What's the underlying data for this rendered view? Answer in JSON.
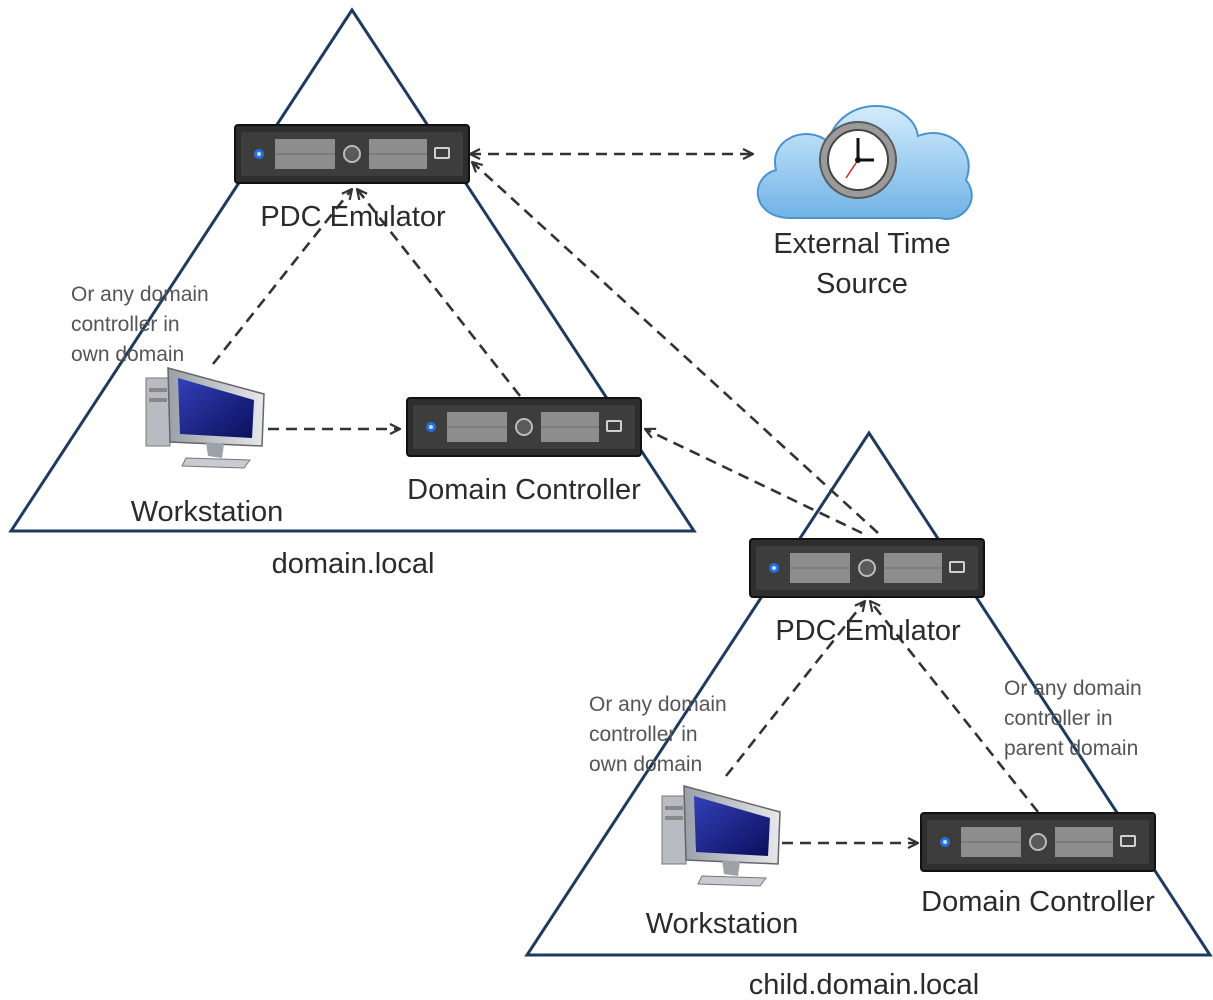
{
  "parent_domain": {
    "name": "domain.local",
    "pdc_label": "PDC Emulator",
    "dc_label": "Domain Controller",
    "workstation_label": "Workstation",
    "note_lines": [
      "Or any domain",
      "controller in",
      "own domain"
    ]
  },
  "child_domain": {
    "name": "child.domain.local",
    "pdc_label": "PDC Emulator",
    "dc_label": "Domain Controller",
    "workstation_label": "Workstation",
    "note_own_lines": [
      "Or any domain",
      "controller in",
      "own domain"
    ],
    "note_parent_lines": [
      "Or any domain",
      "controller in",
      "parent domain"
    ]
  },
  "external": {
    "label_lines": [
      "External Time",
      "Source"
    ]
  },
  "colors": {
    "triangle_stroke": "#1f3a5f",
    "arrow": "#333333",
    "server_body": "#2e2e2e",
    "cloud": "#8fc6ee",
    "monitor_screen": "#101a78"
  }
}
